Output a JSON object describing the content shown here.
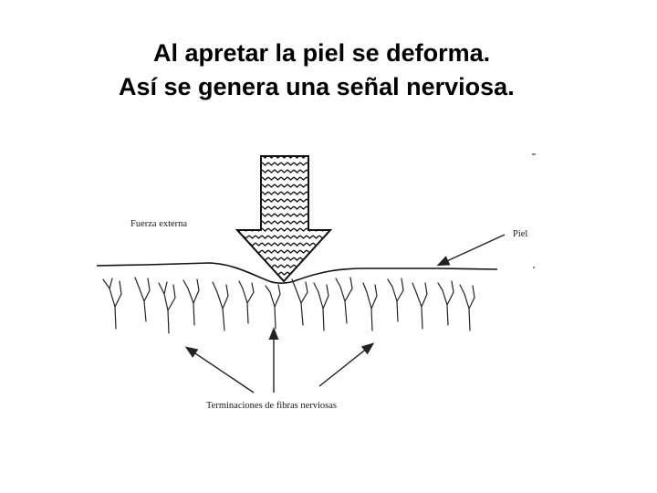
{
  "title": {
    "line1": "Al apretar la piel se deforma.",
    "line2": "Así se genera una señal nerviosa."
  },
  "diagram": {
    "labels": {
      "force": "Fuerza externa",
      "skin": "Piel",
      "endings": "Terminaciones de fibras nerviosas"
    }
  }
}
